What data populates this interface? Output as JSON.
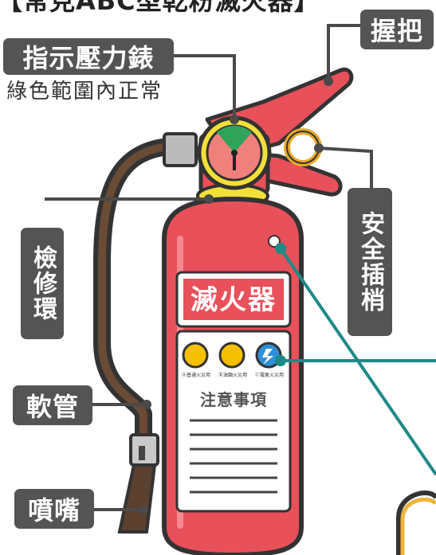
{
  "title": "【常見ABC型乾粉滅火器】",
  "labels": {
    "pressure_gauge": "指示壓力錶",
    "pressure_gauge_note": "綠色範圍內正常",
    "grip": "握把",
    "safety_pin": "安全插梢",
    "inspection_ring": "檢修環",
    "hose": "軟管",
    "nozzle": "噴嘴"
  },
  "extinguisher": {
    "name": "滅火器",
    "notice": "注意事項",
    "fire_types": [
      {
        "code": "A",
        "text": "普通火災用",
        "color": "#f5c000"
      },
      {
        "code": "B",
        "text": "油類火災用",
        "color": "#f5c000"
      },
      {
        "code": "C",
        "text": "電氣火災用",
        "color": "#2e8fd6"
      }
    ]
  },
  "colors": {
    "body_red": "#e8505a",
    "label_gray": "#545454",
    "leader_teal": "#1d8a88",
    "gauge_green": "#2fa35a"
  }
}
